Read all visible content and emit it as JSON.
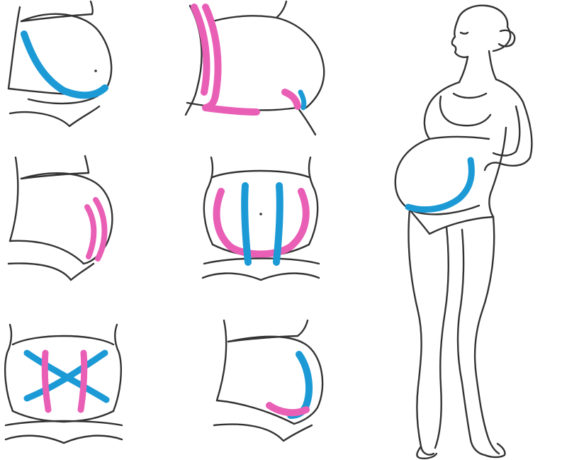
{
  "colors": {
    "outline": "#333333",
    "tape_blue": "#1c9ad6",
    "tape_pink": "#e95fb6",
    "background": "#ffffff"
  },
  "figure": {
    "panels": [
      {
        "id": "panel-1",
        "view": "side",
        "tapes": [
          "blue"
        ]
      },
      {
        "id": "panel-2",
        "view": "side",
        "tapes": [
          "pink",
          "pink",
          "pink",
          "blue"
        ]
      },
      {
        "id": "panel-3",
        "view": "side",
        "tapes": [
          "pink",
          "pink"
        ]
      },
      {
        "id": "panel-4",
        "view": "front",
        "tapes": [
          "blue",
          "blue",
          "pink"
        ]
      },
      {
        "id": "panel-5",
        "view": "front",
        "tapes": [
          "blue",
          "blue",
          "pink",
          "pink"
        ]
      },
      {
        "id": "panel-6",
        "view": "side",
        "tapes": [
          "blue",
          "pink"
        ]
      }
    ],
    "full_figure": {
      "view": "standing-profile",
      "tapes": [
        "blue"
      ]
    }
  }
}
